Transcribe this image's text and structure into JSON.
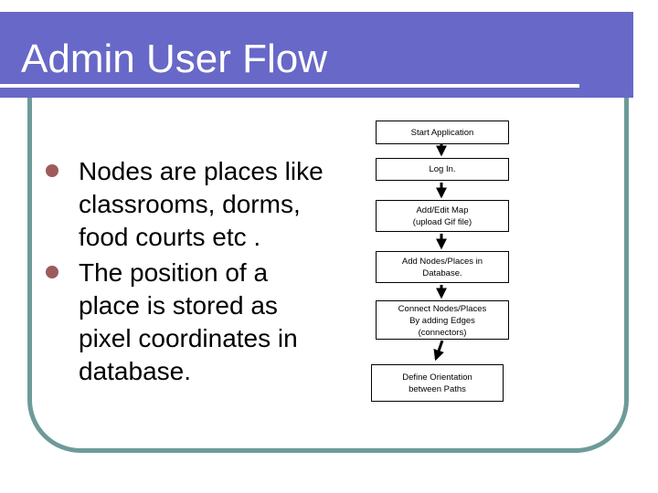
{
  "slide": {
    "title": "Admin User Flow",
    "bullets": [
      {
        "text": "Nodes are places like\nclassrooms, dorms,\nfood courts etc ."
      },
      {
        "text": "The position of a\nplace is stored as\npixel coordinates in\ndatabase."
      }
    ],
    "flowchart": {
      "steps": [
        {
          "label": "Start Application"
        },
        {
          "label": "Log In."
        },
        {
          "label": "Add/Edit Map\n(upload Gif file)"
        },
        {
          "label": "Add Nodes/Places in\nDatabase."
        },
        {
          "label": "Connect Nodes/Places\nBy adding Edges\n(connectors)"
        },
        {
          "label": "Define Orientation\nbetween Paths"
        }
      ]
    },
    "colors": {
      "title_bar": "#6868C8",
      "title_text": "#FFFFFF",
      "frame_border": "#6E9A9A",
      "bullet_marker": "#9E5B5B",
      "body_text": "#000000",
      "flow_box_border": "#000000",
      "flow_box_bg": "#FFFFFF",
      "arrow": "#000000"
    }
  }
}
